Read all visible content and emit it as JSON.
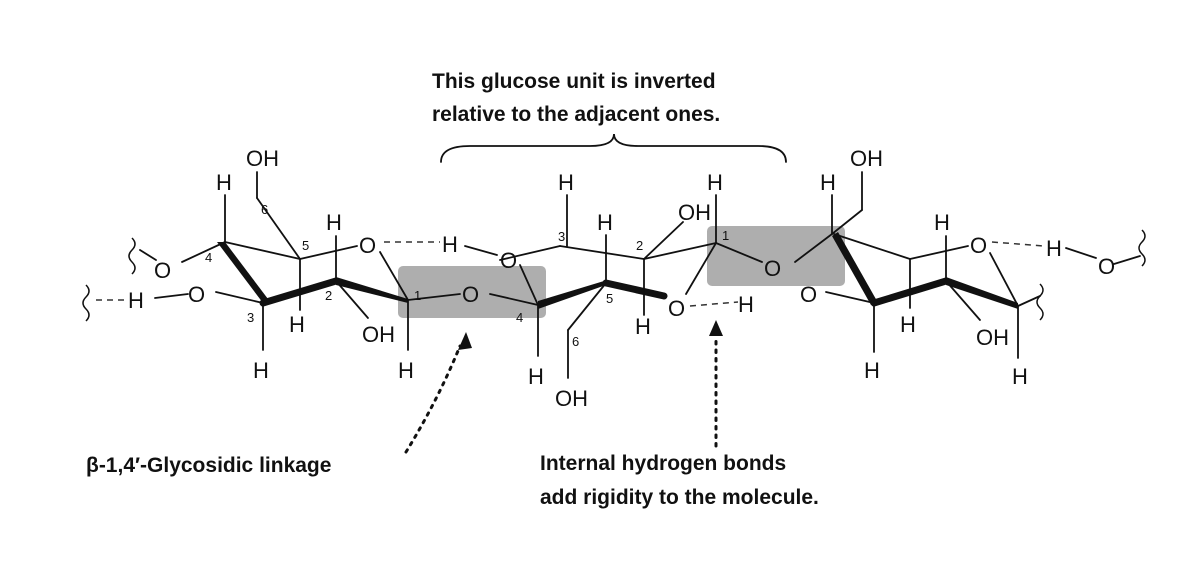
{
  "captions": {
    "inverted_line1": "This glucose unit is inverted",
    "inverted_line2": "relative to the adjacent ones.",
    "glycosidic": "β-1,4′-Glycosidic linkage",
    "hbond_line1": "Internal hydrogen bonds",
    "hbond_line2": "add rigidity to the molecule."
  },
  "atoms": {
    "hydrogen": "H",
    "oxygen": "O",
    "hydroxyl": "OH"
  },
  "carbon_numbers": [
    "1",
    "2",
    "3",
    "4",
    "5",
    "6"
  ],
  "colors": {
    "highlight": "#9a9a9a",
    "ink": "#111111"
  }
}
